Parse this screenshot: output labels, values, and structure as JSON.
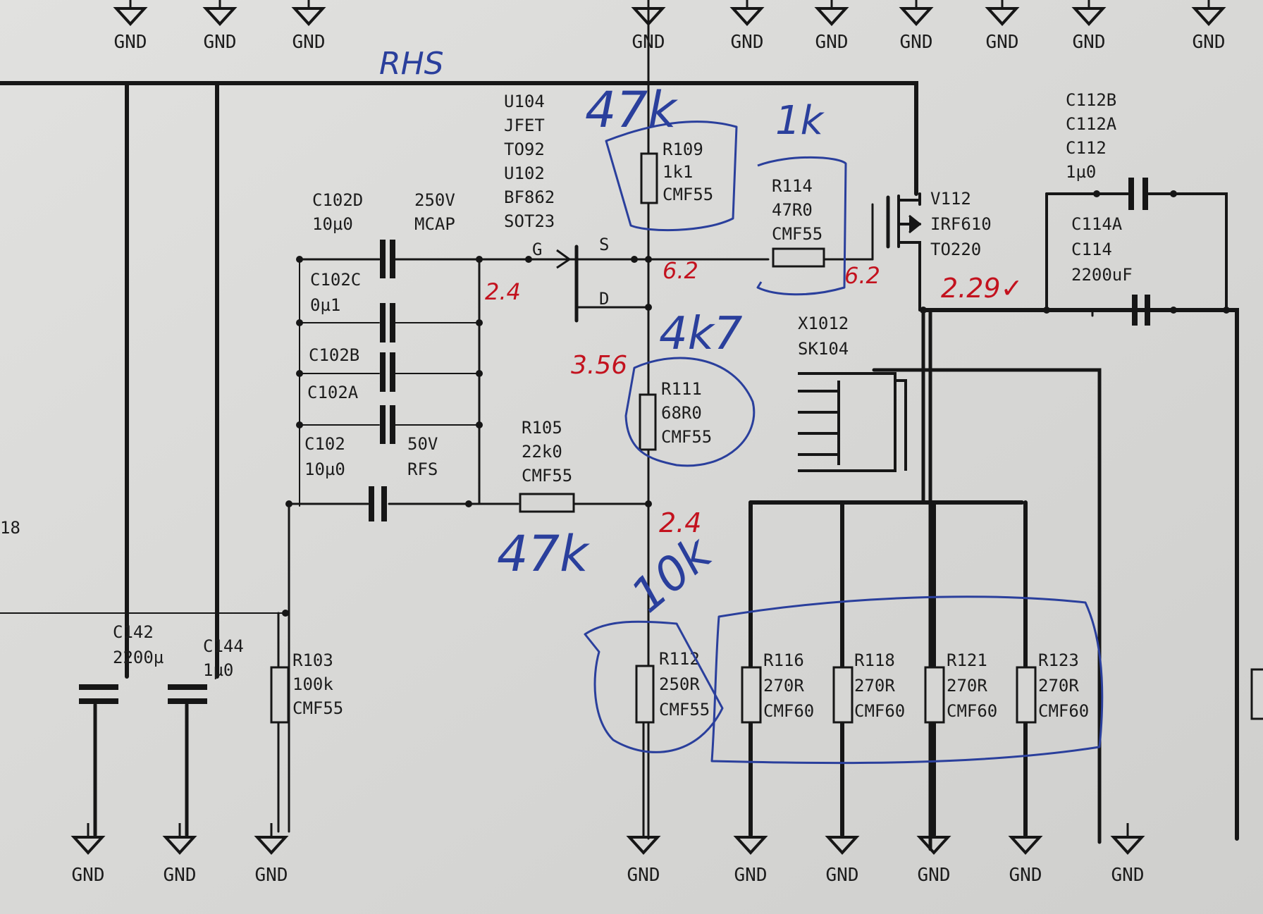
{
  "gnd": "GND",
  "handwritten": {
    "rhs": "RHS",
    "r109_alt": "47k",
    "r114_alt": "1k",
    "r111_alt": "4k7",
    "r105_alt": "47k",
    "r112_alt": "10k",
    "v_gate": "2.4",
    "v_source": "6.2",
    "v_r114": "6.2",
    "v_drain": "3.56",
    "v_r112": "2.4",
    "v_out": "2.29",
    "check": "✓"
  },
  "components": {
    "u104": [
      "U104",
      "JFET",
      "TO92",
      "U102",
      "BF862",
      "SOT23"
    ],
    "c102d": [
      "C102D",
      "10µ0"
    ],
    "c102d_type": [
      "250V",
      "MCAP"
    ],
    "c102c": [
      "C102C",
      "0µ1"
    ],
    "c102b": [
      "C102B"
    ],
    "c102a": [
      "C102A"
    ],
    "c102": [
      "C102",
      "10µ0"
    ],
    "c102_type": [
      "50V",
      "RFS"
    ],
    "r105": [
      "R105",
      "22k0",
      "CMF55"
    ],
    "r109": [
      "R109",
      "1k1",
      "CMF55"
    ],
    "r114": [
      "R114",
      "47R0",
      "CMF55"
    ],
    "r111": [
      "R111",
      "68R0",
      "CMF55"
    ],
    "v112": [
      "V112",
      "IRF610",
      "TO220"
    ],
    "x1012": [
      "X1012",
      "SK104"
    ],
    "c112": [
      "C112B",
      "C112A",
      "C112",
      "1µ0"
    ],
    "c114": [
      "C114A",
      "C114",
      "2200uF"
    ],
    "c142": [
      "C142",
      "2200µ"
    ],
    "c144": [
      "C144",
      "1µ0"
    ],
    "r103": [
      "R103",
      "100k",
      "CMF55"
    ],
    "r112": [
      "R112",
      "250R",
      "CMF55"
    ],
    "r116": [
      "R116",
      "270R",
      "CMF60"
    ],
    "r118": [
      "R118",
      "270R",
      "CMF60"
    ],
    "r121": [
      "R121",
      "270R",
      "CMF60"
    ],
    "r123": [
      "R123",
      "270R",
      "CMF60"
    ],
    "pin_g": "G",
    "pin_s": "S",
    "pin_d": "D",
    "edge_left": "18"
  },
  "colors": {
    "paper": "#d9d9d7",
    "ink": "#161616",
    "pen_blue": "#2a3f9c",
    "pen_red": "#c3121e"
  }
}
